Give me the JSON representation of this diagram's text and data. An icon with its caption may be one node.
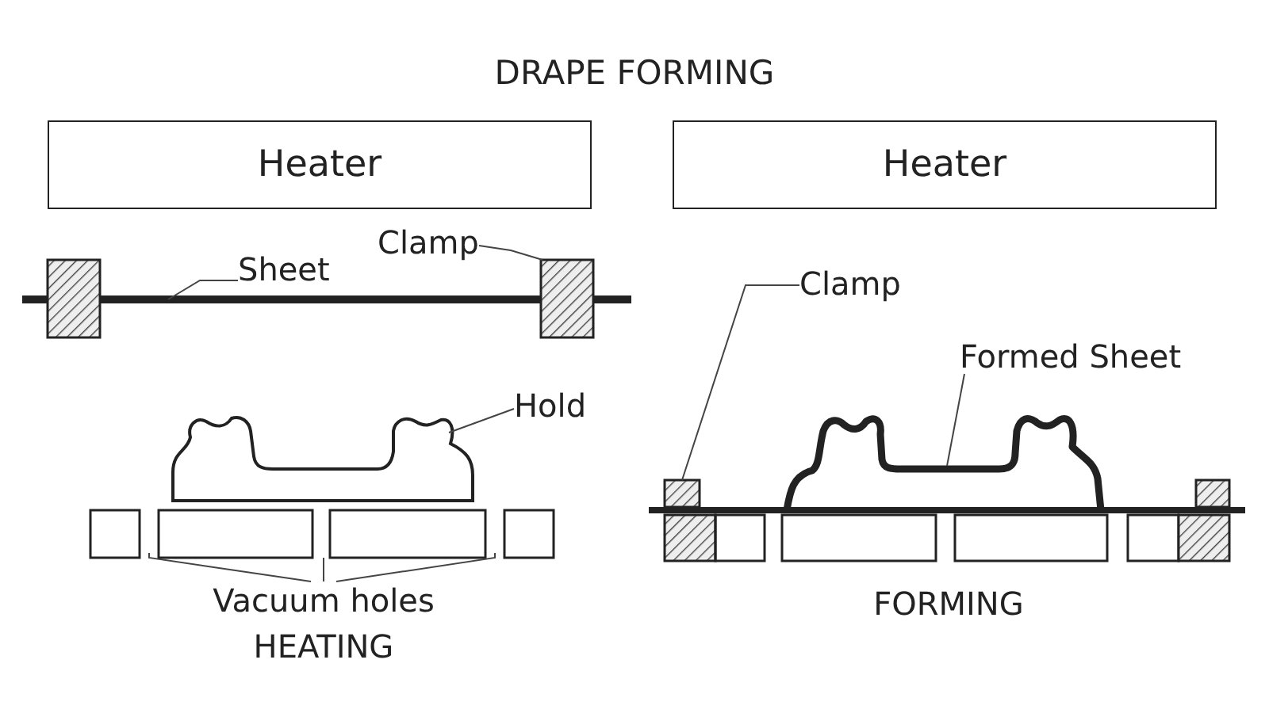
{
  "diagram": {
    "title": "DRAPE FORMING",
    "nodes": [
      {
        "text": [
          "Heater"
        ]
      },
      {
        "text": [
          "Heater"
        ]
      },
      {
        "text": [
          "Sheet"
        ]
      },
      {
        "text": [
          "Clamp"
        ]
      },
      {
        "text": [
          "Clamp"
        ]
      },
      {
        "text": [
          "Formed Sheet"
        ]
      },
      {
        "text": [
          "Hold"
        ]
      },
      {
        "text": [
          "Vacuum holes"
        ]
      },
      {
        "text": [],
        "shape": "bar"
      },
      {
        "text": [],
        "shape": "box"
      },
      {
        "text": [],
        "shape": "box"
      },
      {
        "text": [],
        "shape": "box"
      },
      {
        "text": [],
        "shape": "bar"
      },
      {
        "text": [],
        "shape": "box"
      },
      {
        "text": [],
        "shape": "box"
      },
      {
        "text": [],
        "shape": "box"
      },
      {
        "text": [],
        "shape": "box"
      }
    ],
    "edges": [
      {
        "from": 2,
        "to": 8,
        "arrow": "none"
      },
      {
        "from": 3,
        "to": 9,
        "arrow": "none"
      },
      {
        "from": 4,
        "to": 11,
        "arrow": "none"
      },
      {
        "from": 5,
        "to": 12,
        "arrow": "none"
      },
      {
        "from": 6,
        "to": 10,
        "arrow": "none"
      },
      {
        "from": 7,
        "to": 14,
        "arrow": "none"
      },
      {
        "from": 7,
        "to": 14,
        "arrow": "none"
      },
      {
        "from": 7,
        "to": 14,
        "arrow": "none"
      }
    ],
    "labels": [
      "HEATING",
      "FORMING"
    ]
  }
}
